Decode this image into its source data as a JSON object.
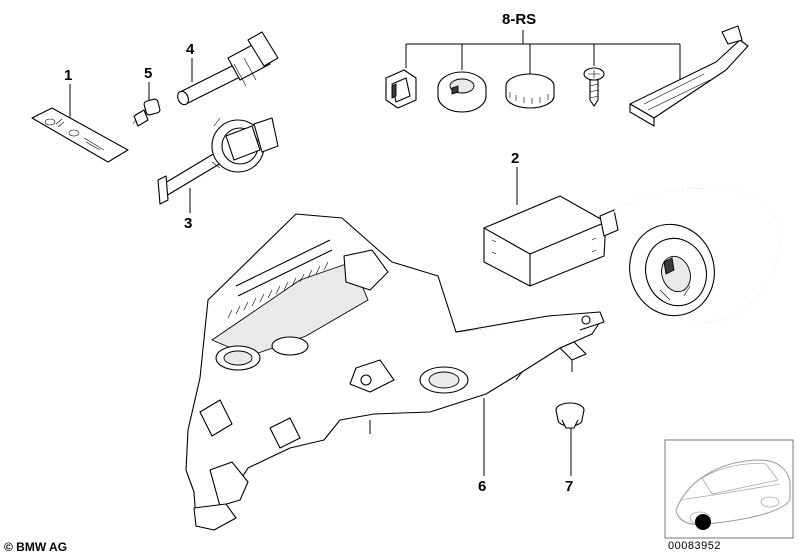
{
  "callouts": {
    "c1": "1",
    "c2": "2",
    "c3": "3",
    "c4": "4",
    "c5": "5",
    "c6": "6",
    "c7": "7",
    "c8": "8-RS"
  },
  "footer": {
    "copyright": "© BMW AG",
    "drawing_number": "00083952"
  },
  "icons": {
    "inset": "car-location-icon"
  }
}
